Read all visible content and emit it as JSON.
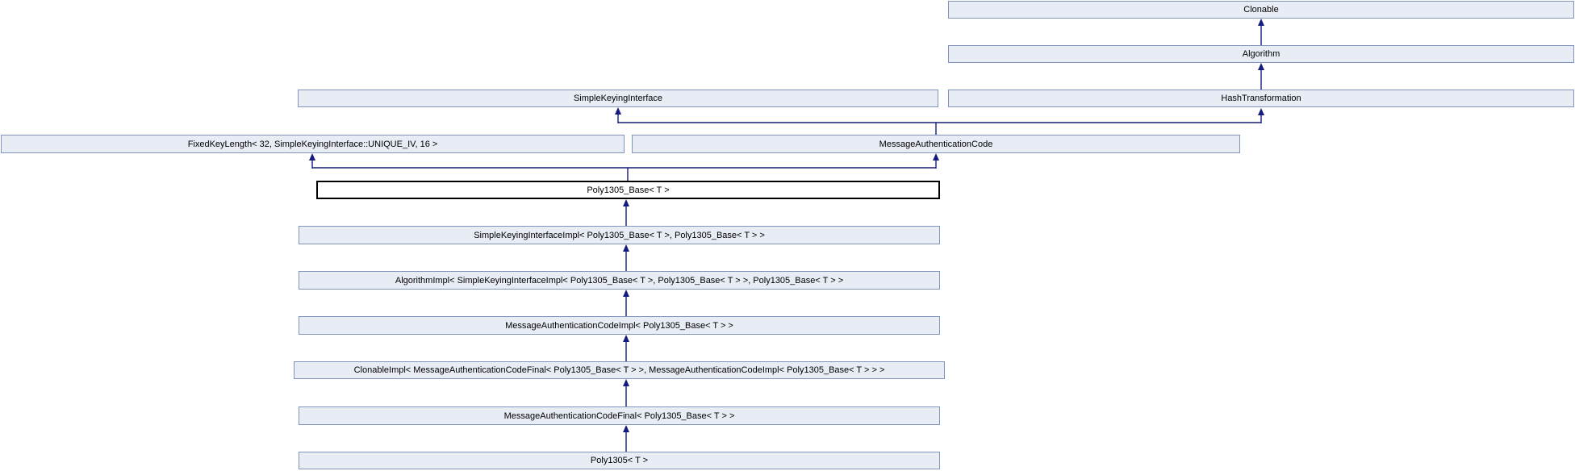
{
  "diagram": {
    "type": "class-inheritance-diagram",
    "focused_node": "Poly1305_Base< T >",
    "colors": {
      "background": "#ffffff",
      "node_fill": "#e8ecf5",
      "node_border": "#8294bd",
      "focused_fill": "#ffffff",
      "focused_border": "#000000",
      "edge": "#151c7e",
      "text": "#000000"
    },
    "nodes": [
      {
        "label": "Clonable"
      },
      {
        "label": "Algorithm"
      },
      {
        "label": "SimpleKeyingInterface"
      },
      {
        "label": "HashTransformation"
      },
      {
        "label": "FixedKeyLength< 32, SimpleKeyingInterface::UNIQUE_IV, 16 >"
      },
      {
        "label": "MessageAuthenticationCode"
      },
      {
        "label": "Poly1305_Base< T >"
      },
      {
        "label": "SimpleKeyingInterfaceImpl< Poly1305_Base< T >, Poly1305_Base< T > >"
      },
      {
        "label": "AlgorithmImpl< SimpleKeyingInterfaceImpl< Poly1305_Base< T >, Poly1305_Base< T > >, Poly1305_Base< T > >"
      },
      {
        "label": "MessageAuthenticationCodeImpl< Poly1305_Base< T > >"
      },
      {
        "label": "ClonableImpl< MessageAuthenticationCodeFinal< Poly1305_Base< T > >, MessageAuthenticationCodeImpl< Poly1305_Base< T > > >"
      },
      {
        "label": "MessageAuthenticationCodeFinal< Poly1305_Base< T > >"
      },
      {
        "label": "Poly1305< T >"
      }
    ],
    "edges": [
      {
        "from": "Algorithm",
        "to": "Clonable"
      },
      {
        "from": "HashTransformation",
        "to": "Algorithm"
      },
      {
        "from": "MessageAuthenticationCode",
        "to": "SimpleKeyingInterface"
      },
      {
        "from": "MessageAuthenticationCode",
        "to": "HashTransformation"
      },
      {
        "from": "Poly1305_Base< T >",
        "to": "FixedKeyLength< 32, SimpleKeyingInterface::UNIQUE_IV, 16 >"
      },
      {
        "from": "Poly1305_Base< T >",
        "to": "MessageAuthenticationCode"
      },
      {
        "from": "SimpleKeyingInterfaceImpl< Poly1305_Base< T >, Poly1305_Base< T > >",
        "to": "Poly1305_Base< T >"
      },
      {
        "from": "AlgorithmImpl< SimpleKeyingInterfaceImpl< Poly1305_Base< T >, Poly1305_Base< T > >, Poly1305_Base< T > >",
        "to": "SimpleKeyingInterfaceImpl< Poly1305_Base< T >, Poly1305_Base< T > >"
      },
      {
        "from": "MessageAuthenticationCodeImpl< Poly1305_Base< T > >",
        "to": "AlgorithmImpl< SimpleKeyingInterfaceImpl< Poly1305_Base< T >, Poly1305_Base< T > >, Poly1305_Base< T > >"
      },
      {
        "from": "ClonableImpl< MessageAuthenticationCodeFinal< Poly1305_Base< T > >, MessageAuthenticationCodeImpl< Poly1305_Base< T > > >",
        "to": "MessageAuthenticationCodeImpl< Poly1305_Base< T > >"
      },
      {
        "from": "MessageAuthenticationCodeFinal< Poly1305_Base< T > >",
        "to": "ClonableImpl< MessageAuthenticationCodeFinal< Poly1305_Base< T > >, MessageAuthenticationCodeImpl< Poly1305_Base< T > > >"
      },
      {
        "from": "Poly1305< T >",
        "to": "MessageAuthenticationCodeFinal< Poly1305_Base< T > >"
      }
    ]
  }
}
